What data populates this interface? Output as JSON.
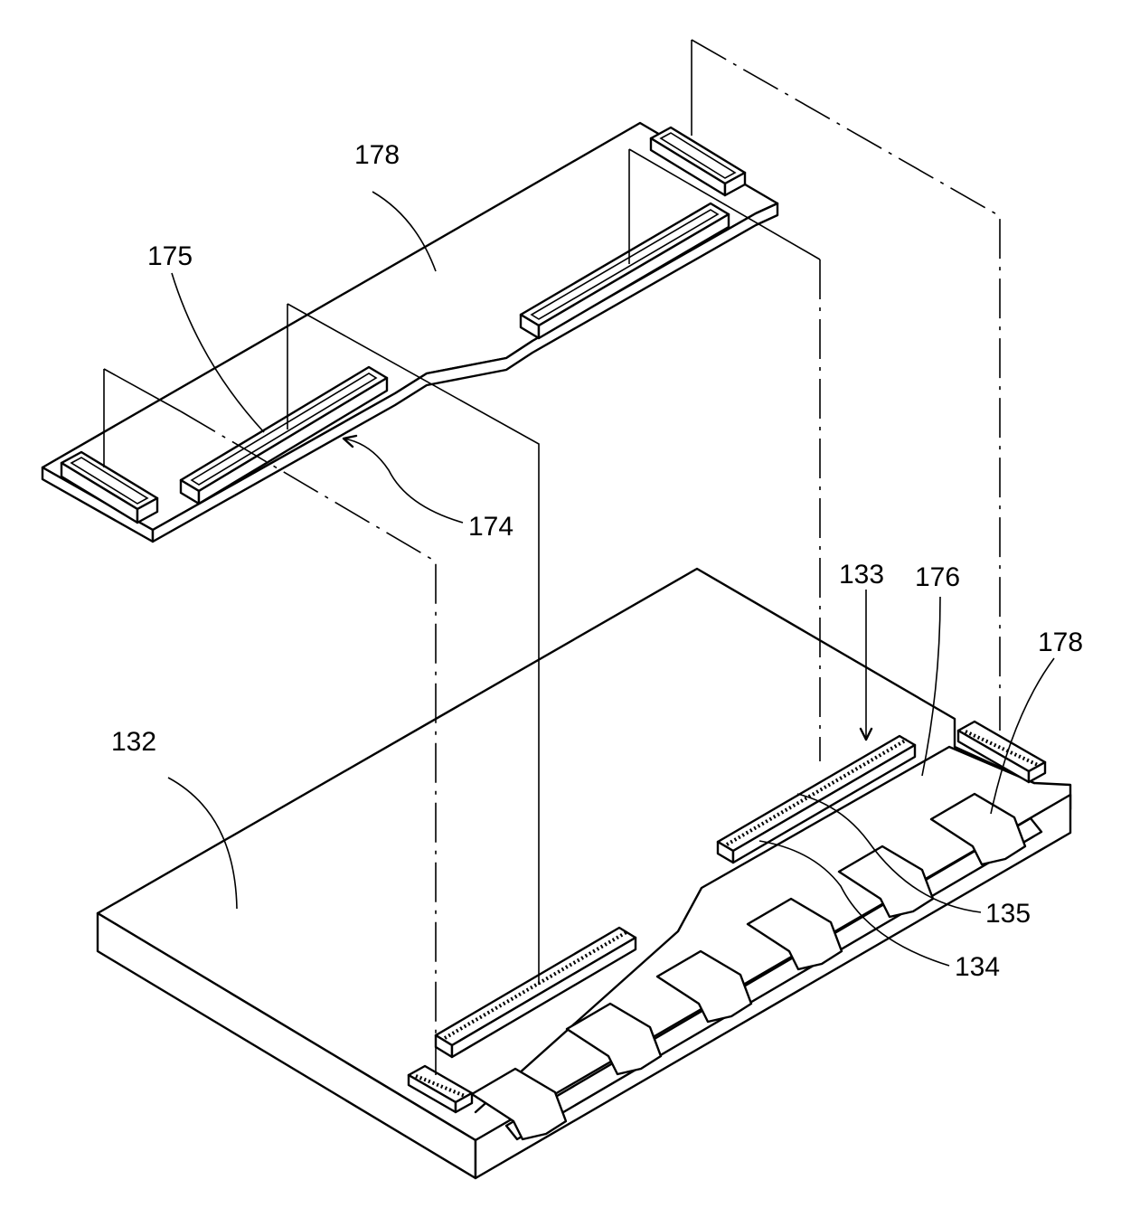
{
  "figure": {
    "labels": {
      "l178_top": "178",
      "l175": "175",
      "l174": "174",
      "l133": "133",
      "l176": "176",
      "l178_right": "178",
      "l132": "132",
      "l135": "135",
      "l134": "134"
    }
  }
}
